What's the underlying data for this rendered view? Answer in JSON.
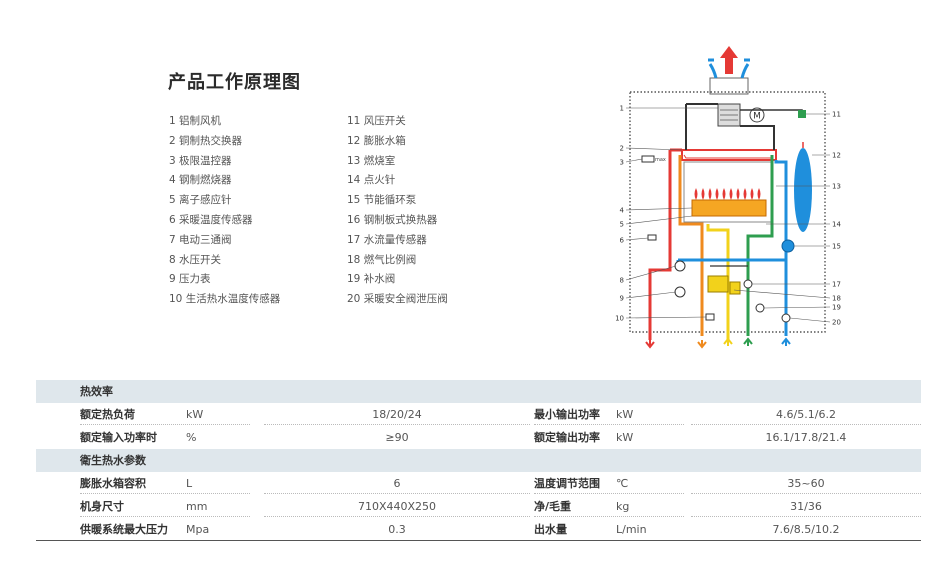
{
  "title": "产品工作原理图",
  "legend_left": [
    "1 铝制风机",
    "2 铜制热交换器",
    "3 极限温控器",
    "4 钢制燃烧器",
    "5 离子感应针",
    "6 采暖温度传感器",
    "7 电动三通阀",
    "8 水压开关",
    "9 压力表",
    "10 生活热水温度传感器"
  ],
  "legend_right": [
    "11 风压开关",
    "12 膨胀水箱",
    "13 燃烧室",
    "14 点火针",
    "15 节能循环泵",
    "16 钢制板式换热器",
    "17 水流量传感器",
    "18 燃气比例阀",
    "19 补水阀",
    "20 采暖安全阀泄压阀"
  ],
  "diagram": {
    "left_numbers": [
      "1",
      "2",
      "3",
      "4",
      "5",
      "6",
      "8",
      "9",
      "10"
    ],
    "right_numbers": [
      "11",
      "12",
      "13",
      "14",
      "15",
      "17",
      "18",
      "19",
      "20"
    ],
    "max_label": "max",
    "motor_label": "M",
    "colors": {
      "hot": "#e53935",
      "orange": "#ef8a1e",
      "yellow": "#f2d21b",
      "green": "#2e9e4f",
      "blue": "#1f8fdc",
      "dark": "#333333"
    }
  },
  "specs": {
    "heat_efficiency_header": "热效率",
    "row1": {
      "label_a": "额定热负荷",
      "unit_a": "kW",
      "value_a": "18/20/24",
      "label_b": "最小输出功率",
      "unit_b": "kW",
      "value_b": "4.6/5.1/6.2"
    },
    "row2": {
      "label_a": "额定输入功率时",
      "unit_a": "%",
      "value_a": "≥90",
      "label_b": "额定输出功率",
      "unit_b": "kW",
      "value_b": "16.1/17.8/21.4"
    },
    "hot_water_header": "衛生热水参数",
    "row3": {
      "label_a": "膨胀水箱容积",
      "unit_a": "L",
      "value_a": "6",
      "label_b": "温度调节范围",
      "unit_b": "℃",
      "value_b": "35~60"
    },
    "row4": {
      "label_a": "机身尺寸",
      "unit_a": "mm",
      "value_a": "710X440X250",
      "label_b": "净/毛重",
      "unit_b": "kg",
      "value_b": "31/36"
    },
    "row5": {
      "label_a": "供暖系统最大压力",
      "unit_a": "Mpa",
      "value_a": "0.3",
      "label_b": "出水量",
      "unit_b": "L/min",
      "value_b": "7.6/8.5/10.2"
    }
  }
}
